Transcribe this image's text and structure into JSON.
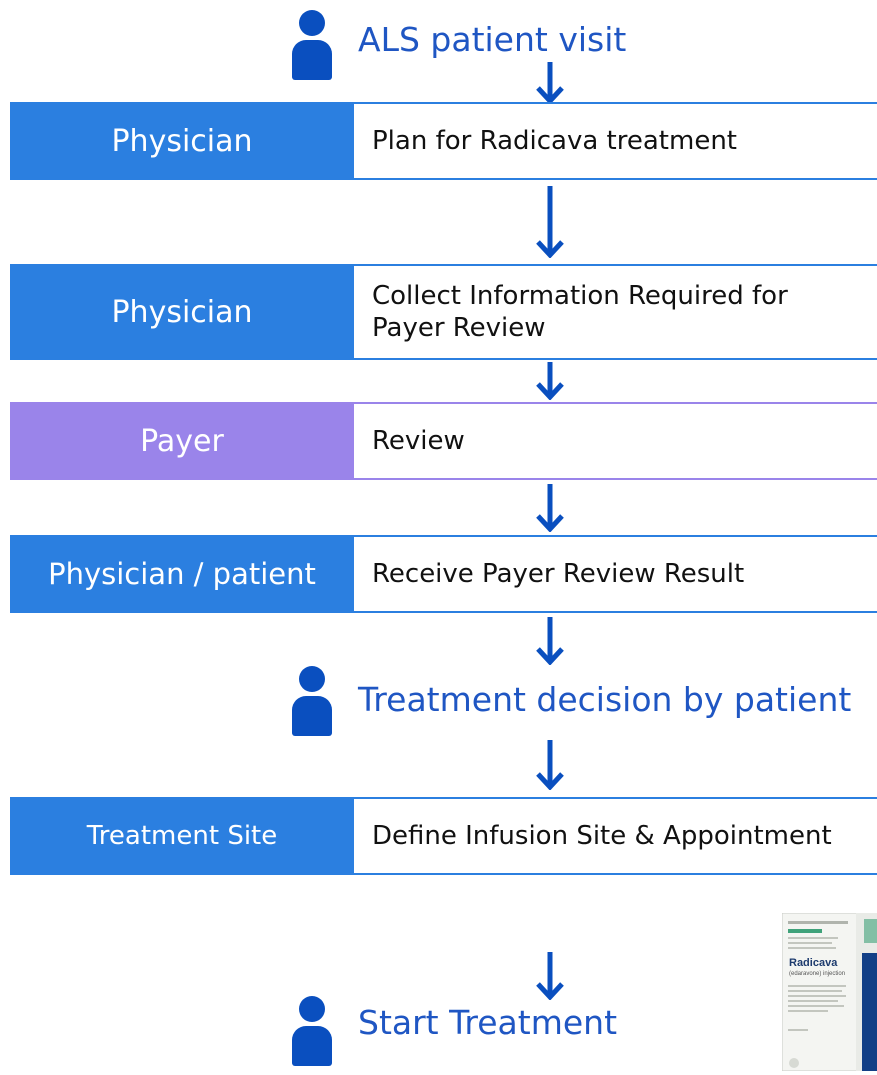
{
  "colors": {
    "physician_blue": "#2b7fe0",
    "payer_purple": "#9a84ea",
    "arrow_blue": "#0a4fbf",
    "milestone_text": "#1f56c3"
  },
  "milestones": {
    "start_visit": "ALS patient visit",
    "decision": "Treatment decision by patient",
    "start_treatment": "Start Treatment"
  },
  "steps": [
    {
      "role": "Physician",
      "task": "Plan for Radicava treatment",
      "color": "physician_blue"
    },
    {
      "role": "Physician",
      "task": "Collect Information Required for Payer Review",
      "color": "physician_blue"
    },
    {
      "role": "Payer",
      "task": "Review",
      "color": "payer_purple"
    },
    {
      "role": "Physician / patient",
      "task": "Receive Payer Review Result",
      "color": "physician_blue"
    },
    {
      "role": "Treatment Site",
      "task": "Define Infusion Site & Appointment",
      "color": "physician_blue"
    }
  ],
  "product_image": {
    "name": "Radicava",
    "subtitle": "(edaravone) injection"
  }
}
